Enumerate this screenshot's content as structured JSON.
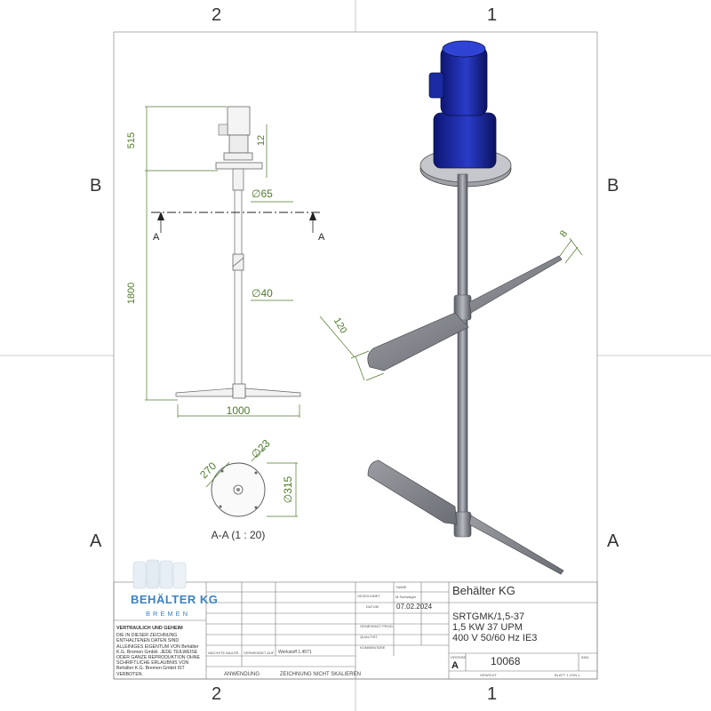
{
  "zones": {
    "top": [
      "2",
      "1"
    ],
    "bottom": [
      "2",
      "1"
    ],
    "left": [
      "B",
      "A"
    ],
    "right": [
      "B",
      "A"
    ]
  },
  "dimensions": {
    "motor_height": "515",
    "flange_thickness": "12",
    "hub_diameter": "∅65",
    "shaft_length": "1800",
    "shaft_diameter": "∅40",
    "impeller_diameter": "1000",
    "section_label": "A",
    "blade_tip": "8",
    "blade_width": "120",
    "bolt_circle": "270",
    "hole_diameter": "∅23",
    "flange_diameter": "∅315"
  },
  "section_view_caption": "A-A (1 : 20)",
  "title_block": {
    "company": "Behälter KG",
    "logo_name": "BEHÄLTER KG",
    "logo_city": "BREMEN",
    "part_number": "SRTGMK/1,5-37",
    "spec_line_1": "1,5 KW 37 UPM",
    "spec_line_2": "400 V 50/60 Hz IE3",
    "drawn_by_label": "GEZEICHNET",
    "drawn_by_value": "M.Schwaiger",
    "date_label": "DATUM",
    "date_value": "07.02.2024",
    "name_label": "NAME",
    "checked_label": "GENEHMIGT PROD.",
    "quality_label": "QUALITÄT",
    "comments_label": "KOMMENTARE",
    "size_label": "GRÖSSE",
    "size_value": "A",
    "drawing_number": "10068",
    "revision_label": "ÄND.",
    "weight_label": "GEWICHT",
    "sheet_label": "BLATT 1 VON 1",
    "material": "Werkstoff 1.4571",
    "usage_label": "ANWENDUNG",
    "scale_note": "ZEICHNUNG NICHT SKALIEREN",
    "next_assembly": "NÄCHSTE BAUGR.",
    "used_on": "VERWENDET AUF"
  },
  "confidential": {
    "heading": "VERTRAULICH UND GEHEIM",
    "body": "DIE IN DIESER ZEICHNUNG ENTHALTENEN DATEN SIND ALLEINIGES EIGENTUM VON Behälter K.G. Bremen GmbH. JEDE TEILWEISE ODER GANZE REPRODUKTION OHNE SCHRIFTLICHE ERLAUBNIS VON Behälter K.G. Bremen GmbH IST VERBOTEN."
  },
  "colors": {
    "dimension": "#4f7a2c",
    "motor": "#1a2a9a",
    "steel": "#8f9298",
    "logo": "#3a82c4"
  }
}
